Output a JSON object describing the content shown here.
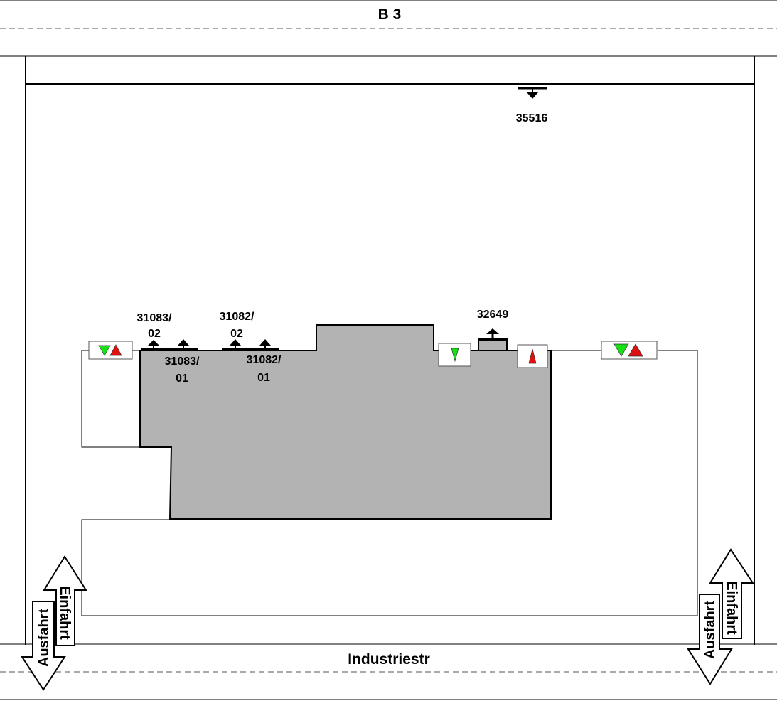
{
  "roads": {
    "top": "B 3",
    "bottom": "Industriestr"
  },
  "gates": {
    "label_35516": "35516",
    "label_32649": "32649"
  },
  "doors": [
    {
      "line1": "31083/",
      "line2": "02"
    },
    {
      "line1": "31083/",
      "line2": "01"
    },
    {
      "line1": "31082/",
      "line2": "02"
    },
    {
      "line1": "31082/",
      "line2": "01"
    }
  ],
  "access": {
    "entry": "Einfahrt",
    "exit": "Ausfahrt"
  },
  "colors": {
    "building": "#b3b3b3",
    "green": "#18e018",
    "red": "#e01010"
  }
}
